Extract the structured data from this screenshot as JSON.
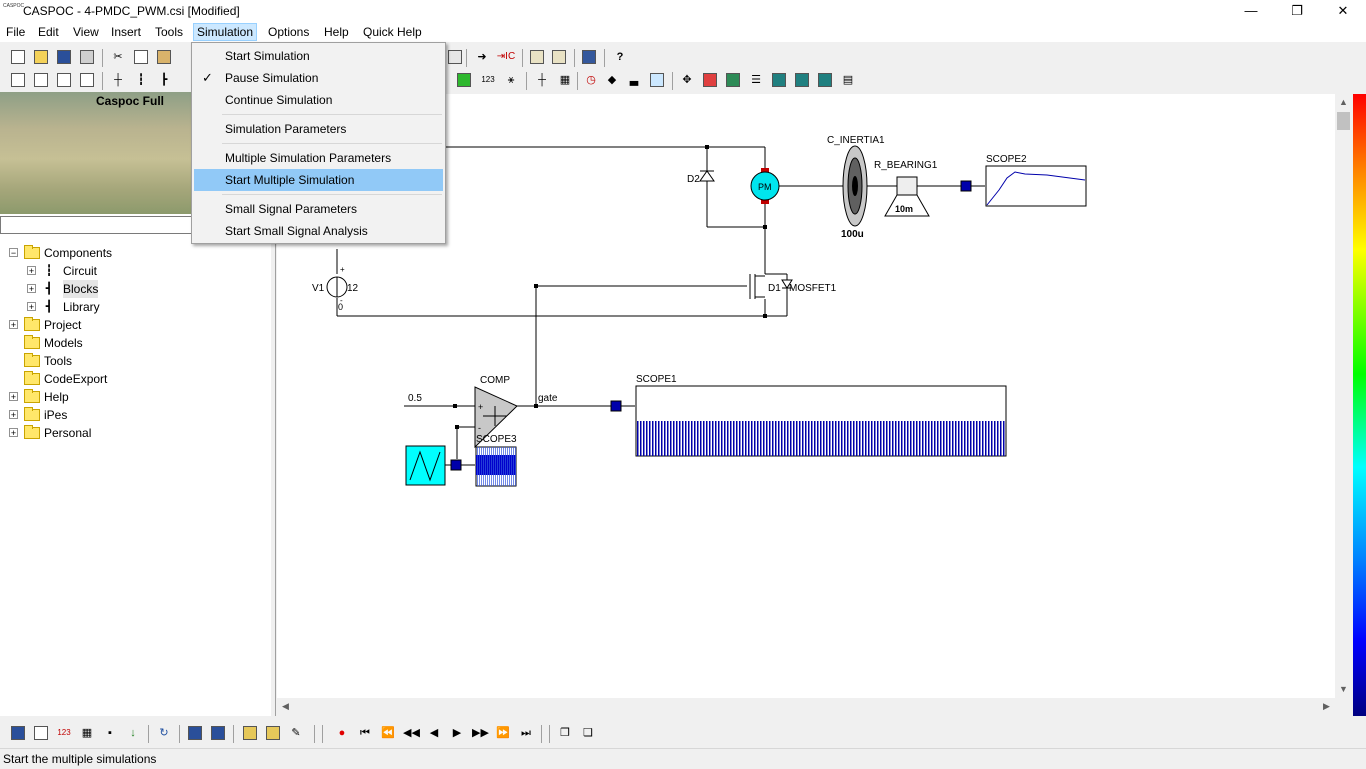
{
  "window": {
    "title": "CASPOC - 4-PMDC_PWM.csi [Modified]",
    "app_icon_text": "CASPOC"
  },
  "window_controls": {
    "minimize": "—",
    "maximize": "❐",
    "close": "✕"
  },
  "menubar": {
    "file": "File",
    "edit": "Edit",
    "view": "View",
    "insert": "Insert",
    "tools": "Tools",
    "simulation": "Simulation",
    "options": "Options",
    "help": "Help",
    "quick_help": "Quick Help"
  },
  "simulation_menu": {
    "start_simulation": "Start Simulation",
    "pause_simulation": "Pause Simulation",
    "continue_simulation": "Continue Simulation",
    "simulation_parameters": "Simulation Parameters",
    "multiple_simulation_parameters": "Multiple Simulation Parameters",
    "start_multiple_simulation": "Start Multiple Simulation",
    "small_signal_parameters": "Small Signal Parameters",
    "start_small_signal_analysis": "Start Small Signal Analysis",
    "checkmark": "✓"
  },
  "library": {
    "banner_title": "Caspoc Full",
    "tree": {
      "components": "Components",
      "circuit": "Circuit",
      "blocks": "Blocks",
      "library": "Library",
      "project": "Project",
      "models": "Models",
      "tools": "Tools",
      "code_export": "CodeExport",
      "help": "Help",
      "ipes": "iPes",
      "personal": "Personal"
    }
  },
  "schematic": {
    "c_inertia_label": "C_INERTIA1",
    "c_inertia_value": "100u",
    "r_bearing_label": "R_BEARING1",
    "r_bearing_value": "10m",
    "scope2_label": "SCOPE2",
    "scope1_label": "SCOPE1",
    "scope3_label": "SCOPE3",
    "d2_label": "D2",
    "motor_label": "PM",
    "v1_label": "V1",
    "v1_value": "12",
    "v1_plus": "+",
    "v1_minus": "-",
    "ground_label": "0",
    "d1_mosfet_label": "D1",
    "mosfet_label": "MOSFET1",
    "const_value": "0.5",
    "comp_label": "COMP",
    "comp_plus": "+",
    "comp_minus": "-",
    "gate_label": "gate"
  },
  "statusbar": {
    "text": "Start the multiple simulations"
  },
  "colors": {
    "accent_highlight": "#91c9f7",
    "scope_trace": "#0000aa",
    "triangle_block": "#00ffff",
    "motor": "#00e5ee"
  }
}
